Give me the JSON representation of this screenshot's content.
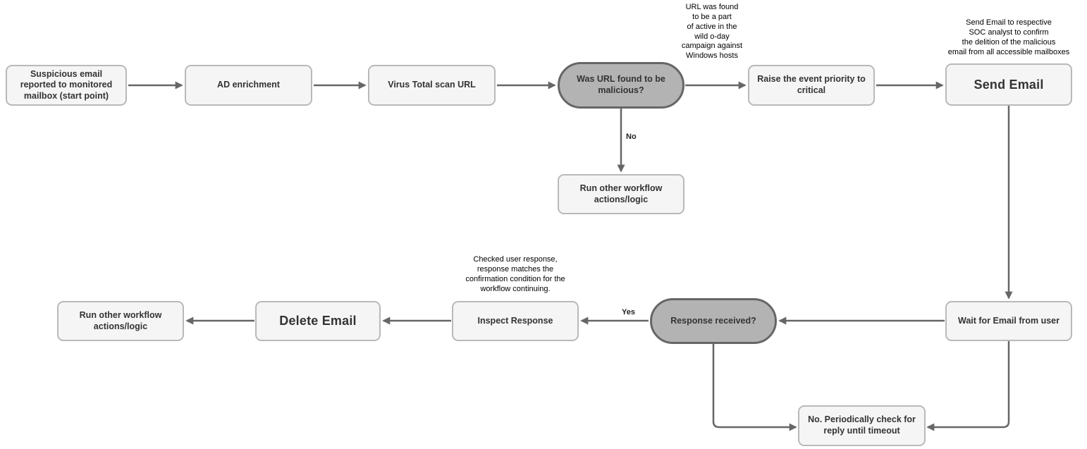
{
  "diagram": {
    "type": "flowchart",
    "colors": {
      "canvas_bg": "#ffffff",
      "process_fill": "#f5f5f5",
      "process_border": "#b9b9b9",
      "decision_fill": "#b3b3b3",
      "decision_border": "#666666",
      "arrow": "#666666",
      "node_text": "#333333",
      "annotation_text": "#000000"
    },
    "nodes": {
      "start": {
        "type": "process",
        "label": "Suspicious email reported to monitored mailbox (start point)"
      },
      "ad_enrichment": {
        "type": "process",
        "label": "AD enrichment"
      },
      "virustotal_scan": {
        "type": "process",
        "label": "Virus Total scan URL"
      },
      "url_malicious_decision": {
        "type": "decision",
        "label": "Was URL found to be malicious?"
      },
      "raise_priority": {
        "type": "process",
        "label": "Raise the event priority to critical"
      },
      "send_email": {
        "type": "process-emphasis",
        "label": "Send Email"
      },
      "run_other_workflow_top": {
        "type": "process",
        "label": "Run other workflow actions/logic"
      },
      "wait_for_email": {
        "type": "process",
        "label": "Wait for Email from user"
      },
      "response_received_decision": {
        "type": "decision",
        "label": "Response received?"
      },
      "inspect_response": {
        "type": "process",
        "label": "Inspect Response"
      },
      "delete_email": {
        "type": "process-emphasis",
        "label": "Delete Email"
      },
      "run_other_workflow_bottom": {
        "type": "process",
        "label": "Run other workflow actions/logic"
      },
      "periodic_check": {
        "type": "process",
        "label": "No. Periodically check for reply until timeout"
      }
    },
    "annotations": {
      "zero_day_note": "URL was found\nto be a part\nof active in the\nwild o-day\ncampaign against\nWindows hosts",
      "send_email_note": "Send Email to respective\nSOC analyst to confirm\nthe delition of the malicious\nemail from all accessible mailboxes",
      "inspect_response_note": "Checked user response,\nresponse matches the\nconfirmation condition for the\nworkflow continuing."
    },
    "edge_labels": {
      "no": "No",
      "yes": "Yes"
    }
  }
}
